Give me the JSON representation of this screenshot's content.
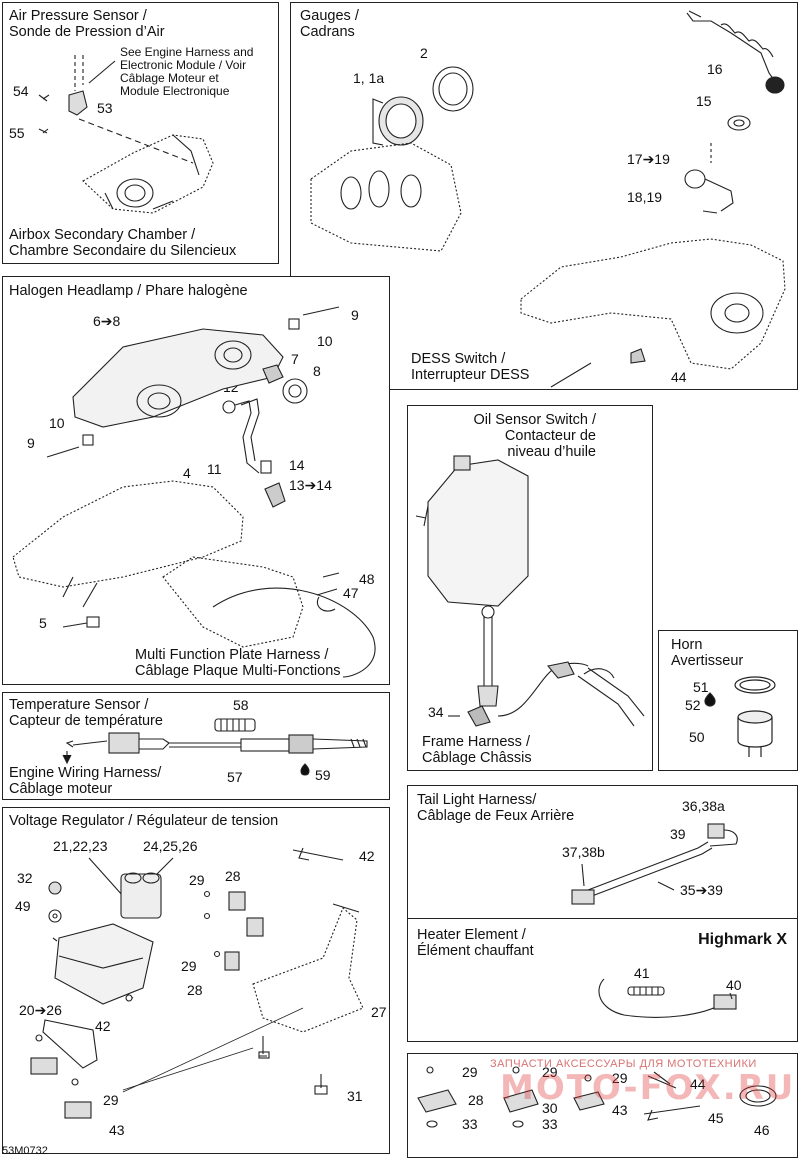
{
  "panels": {
    "air_pressure": {
      "title_en": "Air Pressure Sensor /",
      "title_fr": "Sonde de Pression d’Air",
      "note": [
        "See Engine Harness and",
        "Electronic Module / Voir",
        "Câblage Moteur et",
        "Module Electronique"
      ],
      "sub_en": "Airbox Secondary Chamber /",
      "sub_fr": "Chambre Secondaire du Silencieux",
      "callouts": [
        "54",
        "53",
        "55"
      ]
    },
    "gauges": {
      "title_en": "Gauges /",
      "title_fr": "Cadrans",
      "callouts": [
        "2",
        "1, 1a"
      ]
    },
    "dess": {
      "title_en": "DESS Switch /",
      "title_fr": "Interrupteur DESS",
      "callouts": [
        "16",
        "15",
        "17➔19",
        "18,19",
        "44"
      ]
    },
    "halogen": {
      "title": "Halogen Headlamp / Phare halogène",
      "sub_en": "Multi Function Plate Harness /",
      "sub_fr": "Câblage Plaque Multi-Fonctions",
      "callouts": [
        "6➔8",
        "9",
        "10",
        "7",
        "8",
        "12",
        "10",
        "9",
        "11",
        "14",
        "4",
        "13➔14",
        "48",
        "47",
        "5"
      ]
    },
    "oil": {
      "title": [
        "Oil Sensor Switch /",
        "Contacteur de",
        "niveau d’huile"
      ],
      "sub_en": "Frame Harness /",
      "sub_fr": "Câblage Châssis",
      "callouts": [
        "34"
      ]
    },
    "horn": {
      "title_en": "Horn",
      "title_fr": "Avertisseur",
      "callouts": [
        "51",
        "52",
        "50"
      ]
    },
    "temperature": {
      "title_en": "Temperature Sensor /",
      "title_fr": "Capteur de température",
      "sub_en": "Engine Wiring Harness/",
      "sub_fr": "Câblage moteur",
      "callouts": [
        "58",
        "57",
        "59"
      ]
    },
    "taillight": {
      "title_en": "Tail Light Harness/",
      "title_fr": "Câblage de Feux Arrière",
      "callouts": [
        "36,38a",
        "39",
        "37,38b",
        "35➔39"
      ]
    },
    "voltage": {
      "title": "Voltage Regulator / Régulateur de tension",
      "callouts": [
        "21,22,23",
        "24,25,26",
        "42",
        "32",
        "29",
        "28",
        "49",
        "29",
        "28",
        "20➔26",
        "42",
        "27",
        "29",
        "43",
        "31"
      ]
    },
    "heater": {
      "title_en": "Heater Element /",
      "title_fr": "Élément chauffant",
      "model": "Highmark X",
      "callouts": [
        "41",
        "40"
      ]
    },
    "hardware": {
      "callouts": [
        "29",
        "28",
        "33",
        "29",
        "30",
        "33",
        "29",
        "43",
        "44",
        "45",
        "46"
      ]
    }
  },
  "watermark": {
    "text": "ЗАПЧАСТИ АКСЕССУАРЫ ДЛЯ МОТОТЕХНИКИ",
    "logo": "MOTO-FOX.RU"
  },
  "drawing_code": "53M0732"
}
